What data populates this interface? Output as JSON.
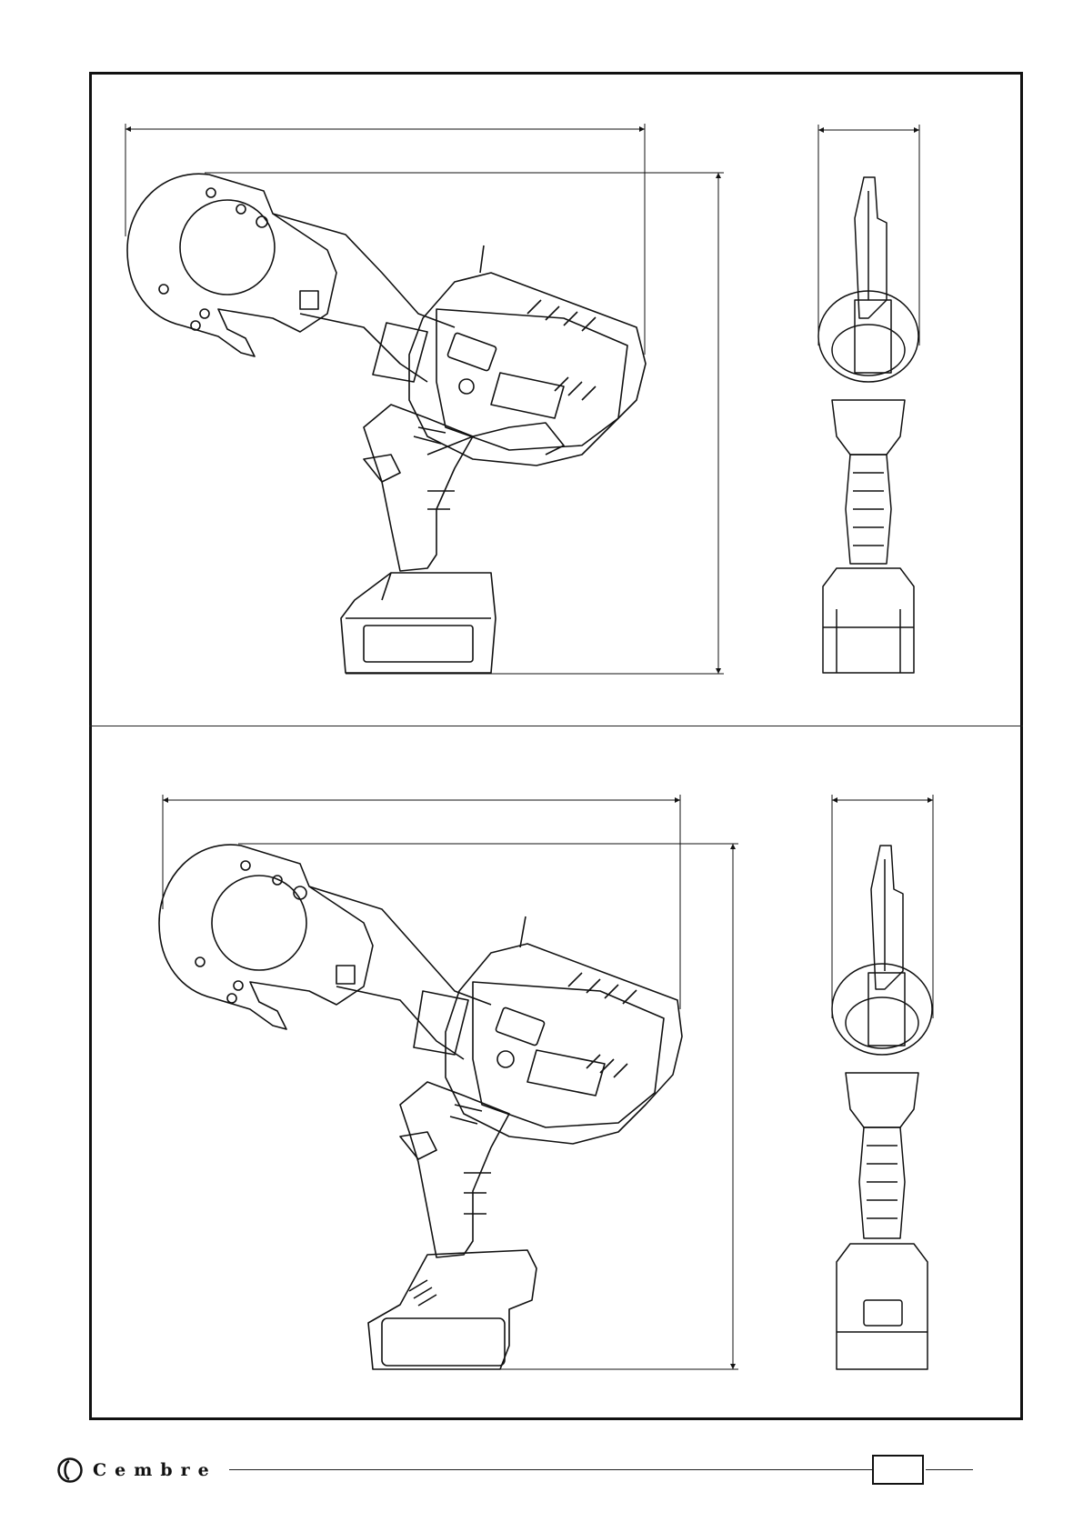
{
  "document": {
    "type": "technical drawing page",
    "panels": [
      {
        "name": "upper-panel",
        "views": [
          "side-view",
          "front-view"
        ]
      },
      {
        "name": "lower-panel",
        "views": [
          "side-view",
          "front-view"
        ]
      }
    ]
  },
  "tool_badge_text": "Cembre",
  "footer": {
    "brand": "Cembre",
    "logo_icon": "cembre-logo-icon",
    "page_number": ""
  },
  "colors": {
    "line": "#111111",
    "paper": "#ffffff"
  }
}
